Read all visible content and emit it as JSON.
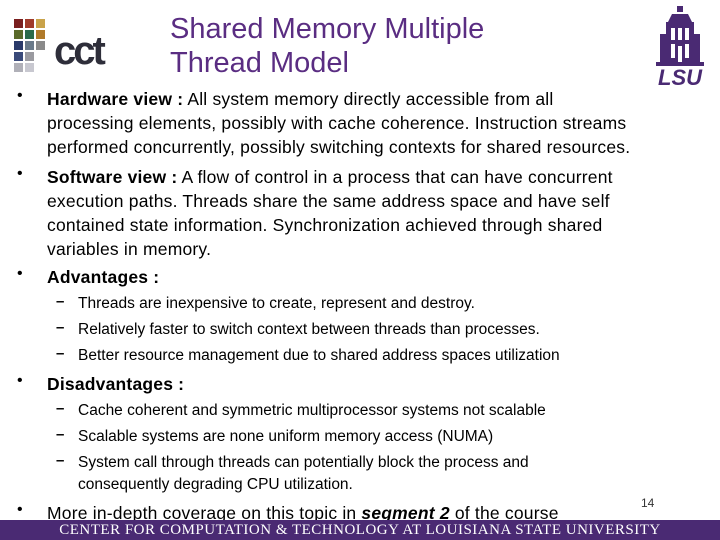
{
  "logos": {
    "left_logo": "cct",
    "right_logo": "LSU",
    "brand_purple": "#4a2a73",
    "brand_gold": "#f2c94c"
  },
  "title": {
    "line1": "Shared Memory Multiple",
    "line2": "Thread Model"
  },
  "bullets": [
    {
      "head": "Hardware view :",
      "lines": [
        " All system memory directly accessible from all",
        "processing elements, possibly with cache coherence. Instruction streams",
        "performed concurrently, possibly switching contexts for shared resources."
      ]
    },
    {
      "head": "Software view :",
      "lines": [
        " A flow of control in a process that can have concurrent",
        "execution paths. Threads share the same address space and have self",
        "contained state information. Synchronization achieved through shared",
        "variables in memory."
      ]
    },
    {
      "head": "Advantages :",
      "subs": [
        "Threads are inexpensive to create, represent and destroy.",
        "Relatively faster to switch context between threads than processes.",
        "Better resource management due to shared address spaces utilization"
      ]
    },
    {
      "head": "Disadvantages :",
      "subs": [
        "Cache coherent and symmetric multiprocessor systems not scalable",
        "Scalable systems are none uniform memory access (NUMA)",
        "System call through threads can potentially block the process and",
        "consequently degrading CPU utilization."
      ]
    },
    {
      "pre": "More in-depth coverage on this topic in ",
      "emph": "segment 2",
      "post": " of the course"
    }
  ],
  "page_number": "14",
  "footer": "CENTER FOR COMPUTATION & TECHNOLOGY AT LOUISIANA STATE UNIVERSITY"
}
